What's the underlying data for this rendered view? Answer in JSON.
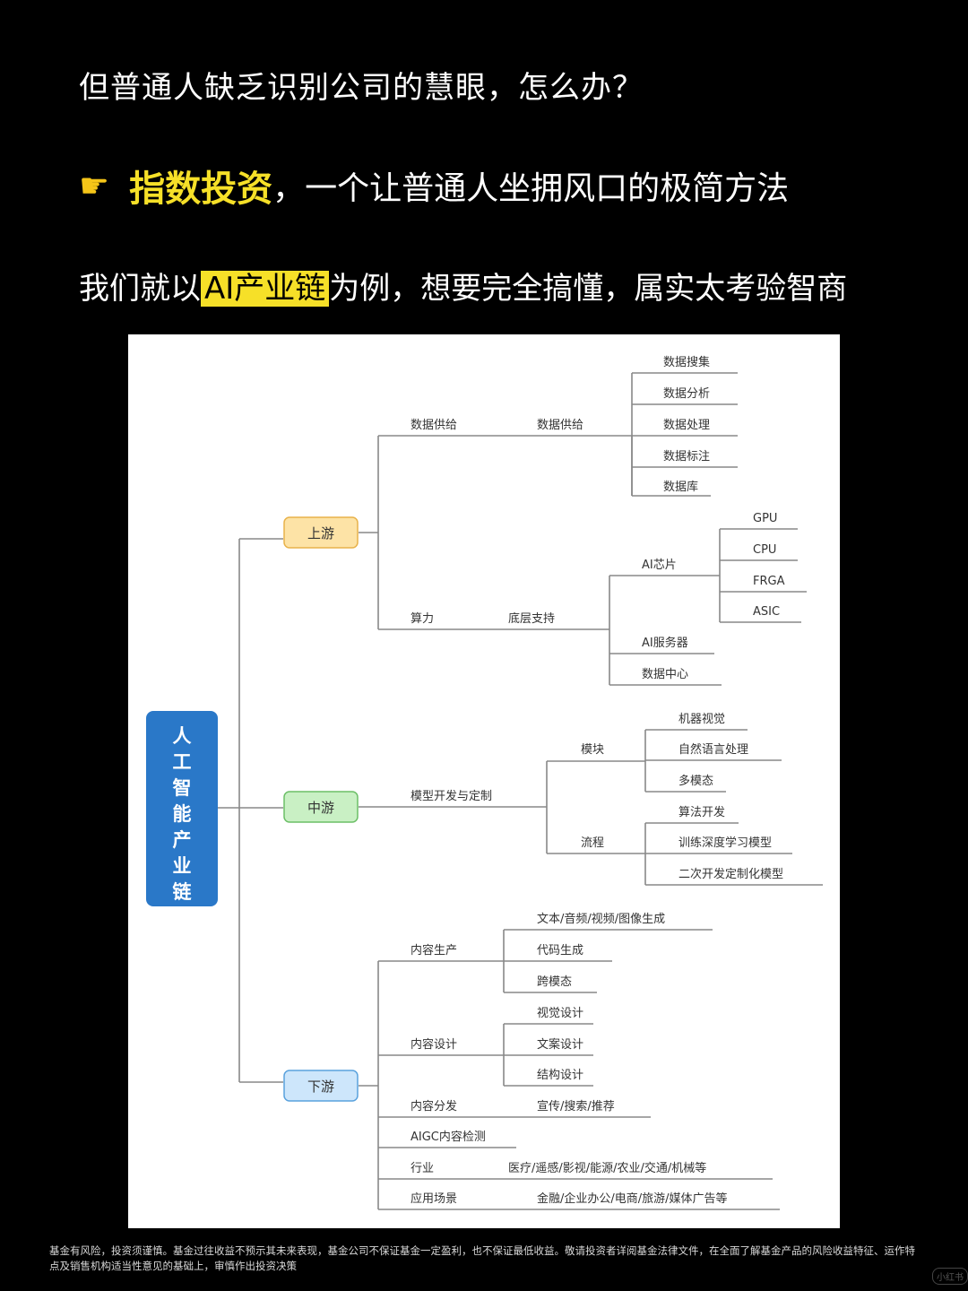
{
  "heading": {
    "line1": "但普通人缺乏识别公司的慧眼，怎么办？",
    "line2_icon": "pointing-hand-icon",
    "line2_highlight": "指数投资",
    "line2_rest": "，一个让普通人坐拥风口的极简方法",
    "line3_before": "我们就以",
    "line3_mark": "AI产业链",
    "line3_after": "为例，想要完全搞懂，属实太考验智商"
  },
  "mindmap": {
    "root": "人工智能产业链",
    "upstream": {
      "label": "上游",
      "data_supply_l1": "数据供给",
      "data_supply_l2": "数据供给",
      "data_items": [
        "数据搜集",
        "数据分析",
        "数据处理",
        "数据标注",
        "数据库"
      ],
      "compute_l1": "算力",
      "compute_l2": "底层支持",
      "chip": "AI芯片",
      "chip_items": [
        "GPU",
        "CPU",
        "FRGA",
        "ASIC"
      ],
      "server": "AI服务器",
      "datacenter": "数据中心"
    },
    "midstream": {
      "label": "中游",
      "model_dev": "模型开发与定制",
      "module": "模块",
      "module_items": [
        "机器视觉",
        "自然语言处理",
        "多模态"
      ],
      "process": "流程",
      "process_items": [
        "算法开发",
        "训练深度学习模型",
        "二次开发定制化模型"
      ]
    },
    "downstream": {
      "label": "下游",
      "content_prod": "内容生产",
      "content_prod_items": [
        "文本/音频/视频/图像生成",
        "代码生成",
        "跨模态"
      ],
      "content_design": "内容设计",
      "content_design_items": [
        "视觉设计",
        "文案设计",
        "结构设计"
      ],
      "content_dist": "内容分发",
      "content_dist_item": "宣传/搜索/推荐",
      "aigc_detect": "AIGC内容检测",
      "industry": "行业",
      "industry_item": "医疗/遥感/影视/能源/农业/交通/机械等",
      "scenario": "应用场景",
      "scenario_item": "金融/企业办公/电商/旅游/媒体广告等"
    },
    "colors": {
      "root_fill": "#2a78c8",
      "upstream_fill": "#fde3a6",
      "upstream_stroke": "#e8b24a",
      "midstream_fill": "#c9f0c4",
      "midstream_stroke": "#6cbf67",
      "downstream_fill": "#cde6fb",
      "downstream_stroke": "#5aa2dd",
      "line": "#888888"
    }
  },
  "disclaimer": "基金有风险，投资须谨慎。基金过往收益不预示其未来表现，基金公司不保证基金一定盈利，也不保证最低收益。敬请投资者详阅基金法律文件，在全面了解基金产品的风险收益特征、运作特点及销售机构适当性意见的基础上，审慎作出投资决策",
  "watermark": "小红书"
}
